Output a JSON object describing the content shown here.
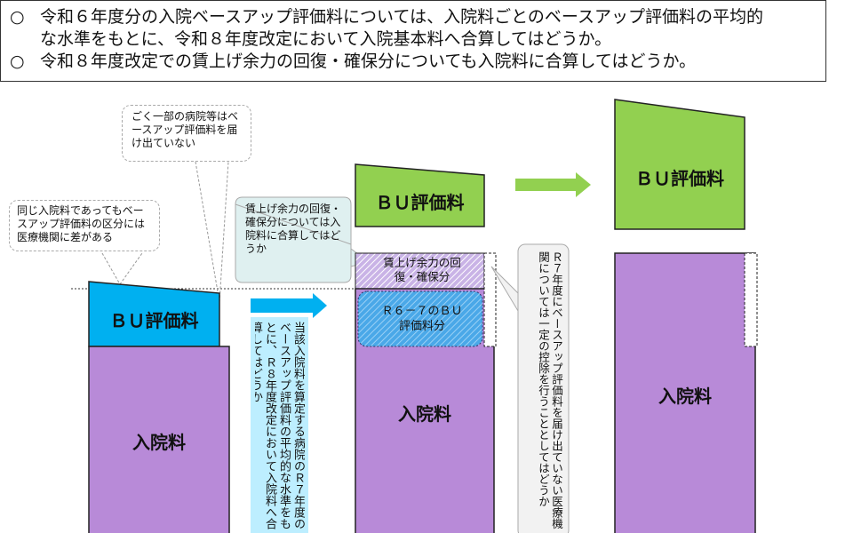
{
  "summary": {
    "bullet": "○",
    "items": [
      {
        "line1": "令和６年度分の入院ベースアップ評価料については、入院料ごとのベースアップ評価料の平均的",
        "line2": "な水準をもとに、令和８年度改定において入院基本料へ合算してはどうか。"
      },
      {
        "line1": "令和８年度改定での賃上げ余力の回復・確保分についても入院料に合算してはどうか。"
      }
    ]
  },
  "left": {
    "bu_label": "ＢＵ評価料",
    "nyuin_label": "入院料",
    "callout_same": "同じ入院料であってもベースアップ評価料の区分には医療機関に差がある",
    "callout_some": "ごく一部の病院等はベースアップ評価料を届け出ていない"
  },
  "middle": {
    "arrow_note": "当該入院料を算定する病院のＲ７年度のベースアップ評価料の平均的な水準をもとに、Ｒ８年度改定において入院料へ合算してはどうか",
    "callout_wage": "賃上げ余力の回復・確保分については入院料に合算してはどうか",
    "bu_label": "ＢＵ評価料",
    "wage_label": "賃上げ余力の回復・確保分",
    "r67_label": "Ｒ６－７のＢＵ評価料分",
    "nyuin_label": "入院料",
    "callout_deduct": "Ｒ７年度にベースアップ評価料を届け出ていない医療機関については一定の控除を行うこととしてはどうか"
  },
  "right": {
    "bu_label": "ＢＵ評価料",
    "nyuin_label": "入院料"
  },
  "colors": {
    "blue": "#00b0f0",
    "purple": "#b88ad8",
    "green": "#92d050",
    "lightblue": "#bdeeff",
    "teal": "#dff0f0"
  }
}
